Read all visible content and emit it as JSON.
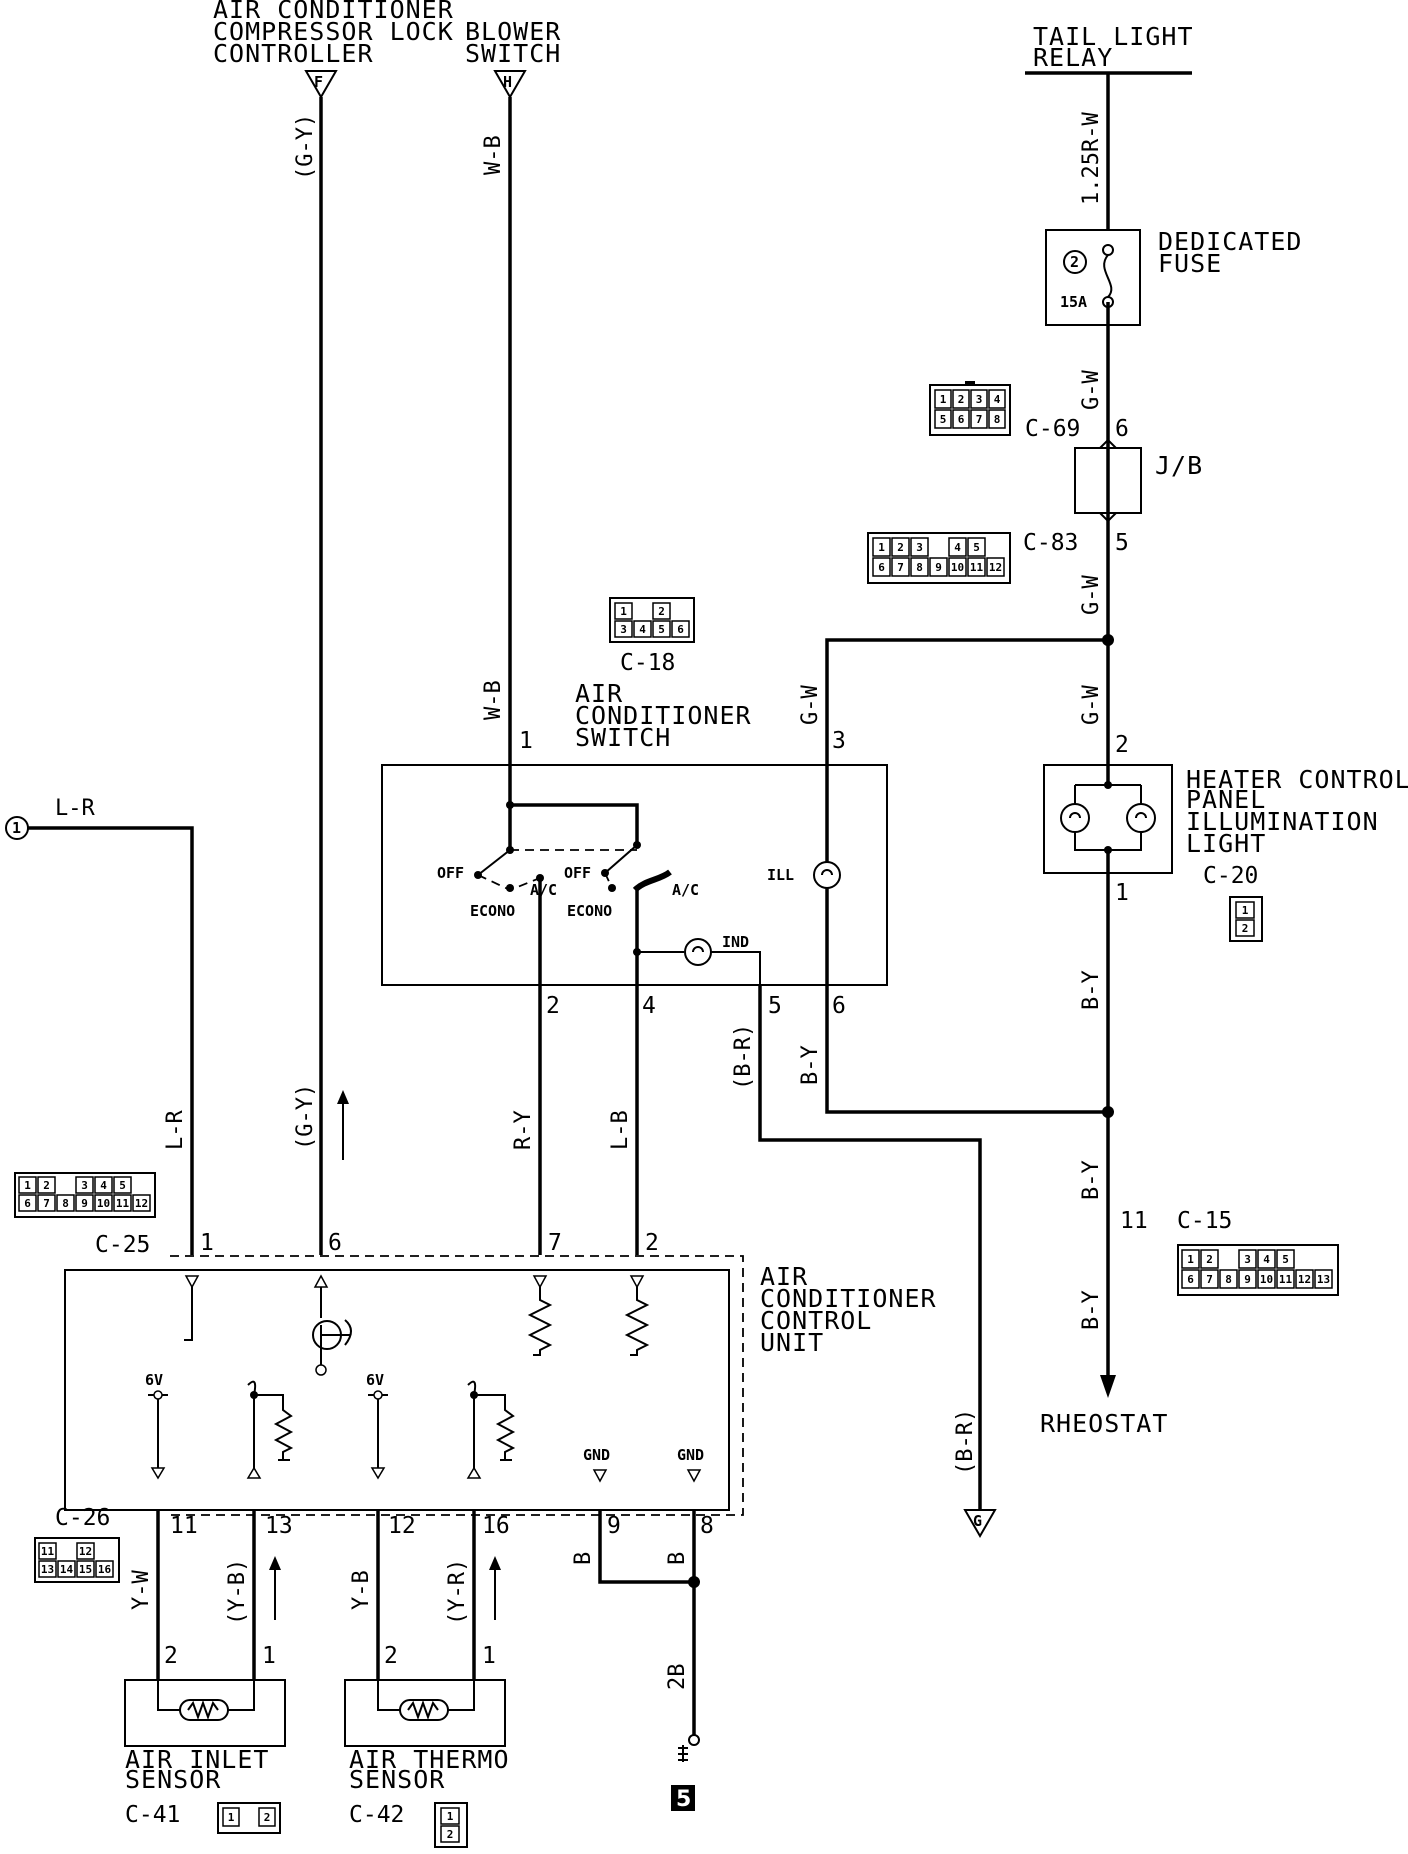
{
  "top_connectors": {
    "compressor_lock": {
      "title_lines": [
        "AIR CONDITIONER",
        "COMPRESSOR LOCK",
        "CONTROLLER"
      ],
      "letter": "F",
      "wire": "(G-Y)"
    },
    "blower_switch": {
      "title_lines": [
        "BLOWER",
        "SWITCH"
      ],
      "letter": "H",
      "wire": "W-B"
    }
  },
  "tail_light_relay": {
    "title_lines": [
      "TAIL LIGHT",
      "RELAY"
    ],
    "wire": "1.25R-W"
  },
  "dedicated_fuse": {
    "title_lines": [
      "DEDICATED",
      "FUSE"
    ],
    "number": "2",
    "rating": "15A"
  },
  "junction_block": {
    "label": "J/B",
    "wire_in": "G-W",
    "wire_out": "G-W",
    "pin_in": "6",
    "pin_out": "5",
    "conn_in": "C-69",
    "conn_out": "C-83"
  },
  "connectors": {
    "c69": {
      "rows": [
        [
          "1",
          "2",
          "3",
          "4"
        ],
        [
          "5",
          "6",
          "7",
          "8"
        ]
      ]
    },
    "c83": {
      "rows": [
        [
          "1",
          "2",
          "3",
          "",
          "4",
          "5"
        ],
        [
          "6",
          "7",
          "8",
          "9",
          "10",
          "11",
          "12"
        ]
      ]
    },
    "c18": {
      "name": "C-18",
      "rows": [
        [
          "1",
          "",
          "2"
        ],
        [
          "3",
          "4",
          "5",
          "6"
        ]
      ]
    },
    "c25": {
      "name": "C-25",
      "rows": [
        [
          "1",
          "2",
          "",
          "3",
          "4",
          "5"
        ],
        [
          "6",
          "7",
          "8",
          "9",
          "10",
          "11",
          "12"
        ]
      ]
    },
    "c26": {
      "name": "C-26",
      "rows": [
        [
          "11",
          "",
          "12"
        ],
        [
          "13",
          "14",
          "15",
          "16"
        ]
      ]
    },
    "c15": {
      "name": "C-15",
      "rows": [
        [
          "1",
          "2",
          "",
          "3",
          "4",
          "5"
        ],
        [
          "6",
          "7",
          "8",
          "9",
          "10",
          "11",
          "12",
          "13"
        ]
      ]
    },
    "c20": {
      "name": "C-20",
      "rows": [
        [
          "1"
        ],
        [
          "2"
        ]
      ]
    },
    "c41": {
      "name": "C-41",
      "rows": [
        [
          "1",
          "",
          "2"
        ]
      ]
    },
    "c42": {
      "name": "C-42",
      "rows": [
        [
          "1"
        ],
        [
          "2"
        ]
      ]
    }
  },
  "ac_switch": {
    "title_lines": [
      "AIR",
      "CONDITIONER",
      "SWITCH"
    ],
    "switch_labels": {
      "off": "OFF",
      "ac": "A/C",
      "econo": "ECONO",
      "ill": "ILL",
      "ind": "IND"
    },
    "pins": {
      "p1": "1",
      "p3": "3",
      "p2": "2",
      "p4": "4",
      "p5": "5",
      "p6": "6"
    },
    "wires": {
      "in1": "W-B",
      "in3": "G-W",
      "out2": "R-Y",
      "out4": "L-B",
      "out5": "(B-R)",
      "out6": "B-Y"
    }
  },
  "heater_panel": {
    "title_lines": [
      "HEATER CONTROL",
      "PANEL",
      "ILLUMINATION",
      "LIGHT"
    ],
    "pin_in": "2",
    "pin_out": "1",
    "wire_in": "G-W",
    "wire_out": "B-Y"
  },
  "left_wire": {
    "ref": "1",
    "wire": "L-R"
  },
  "control_unit": {
    "title_lines": [
      "AIR",
      "CONDITIONER",
      "CONTROL",
      "UNIT"
    ],
    "top_pins": [
      "1",
      "6",
      "7",
      "2"
    ],
    "top_wires": [
      "L-R",
      "(G-Y)",
      "R-Y",
      "L-B"
    ],
    "bottom_pins": [
      "11",
      "13",
      "12",
      "16",
      "9",
      "8"
    ],
    "bottom_wires": [
      "Y-W",
      "(Y-B)",
      "Y-B",
      "(Y-R)",
      "B",
      "B"
    ],
    "supply": "6V",
    "gnd": "GND"
  },
  "sensors": {
    "inlet": {
      "title_lines": [
        "AIR INLET",
        "SENSOR"
      ],
      "pins": [
        "2",
        "1"
      ]
    },
    "thermo": {
      "title_lines": [
        "AIR THERMO",
        "SENSOR"
      ],
      "pins": [
        "2",
        "1"
      ]
    }
  },
  "ground": {
    "wire": "2B",
    "point": "5"
  },
  "rheostat": {
    "label": "RHEOSTAT",
    "pin": "11",
    "wire_upper": "B-Y",
    "wire_mid": "B-Y",
    "wire_lower": "B-Y"
  },
  "g_connector": {
    "letter": "G",
    "wire": "(B-R)"
  }
}
